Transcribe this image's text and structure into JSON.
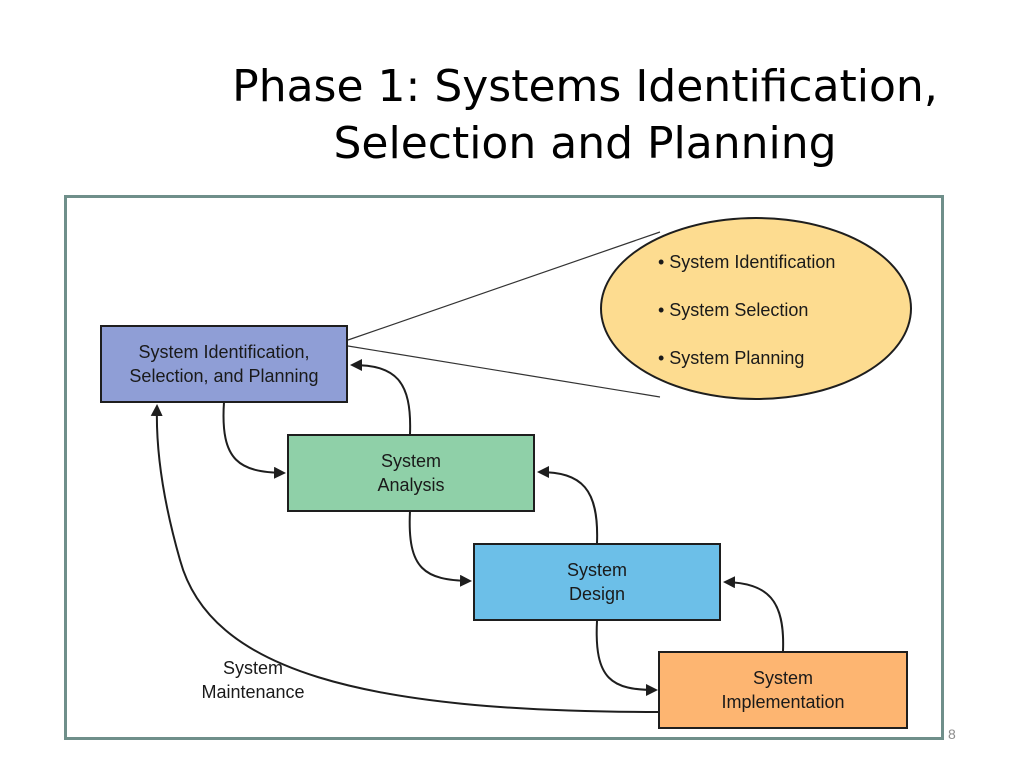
{
  "slide": {
    "title_line1": "Phase 1: Systems Identification,",
    "title_line2": "Selection and Planning",
    "page_number": "8"
  },
  "colors": {
    "frame_border": "#6f8f8a",
    "planning_box": "#8f9ed6",
    "analysis_box": "#8fd0a8",
    "design_box": "#6cbfe8",
    "implementation_box": "#fdb571",
    "bubble": "#fddc90"
  },
  "diagram": {
    "phases": [
      {
        "line1": "System Identification,",
        "line2": "Selection, and Planning"
      },
      {
        "line1": "System",
        "line2": "Analysis"
      },
      {
        "line1": "System",
        "line2": "Design"
      },
      {
        "line1": "System",
        "line2": "Implementation"
      }
    ],
    "detail_items": [
      "• System Identification",
      "• System Selection",
      "• System Planning"
    ],
    "maintenance_label": {
      "line1": "System",
      "line2": "Maintenance"
    }
  }
}
